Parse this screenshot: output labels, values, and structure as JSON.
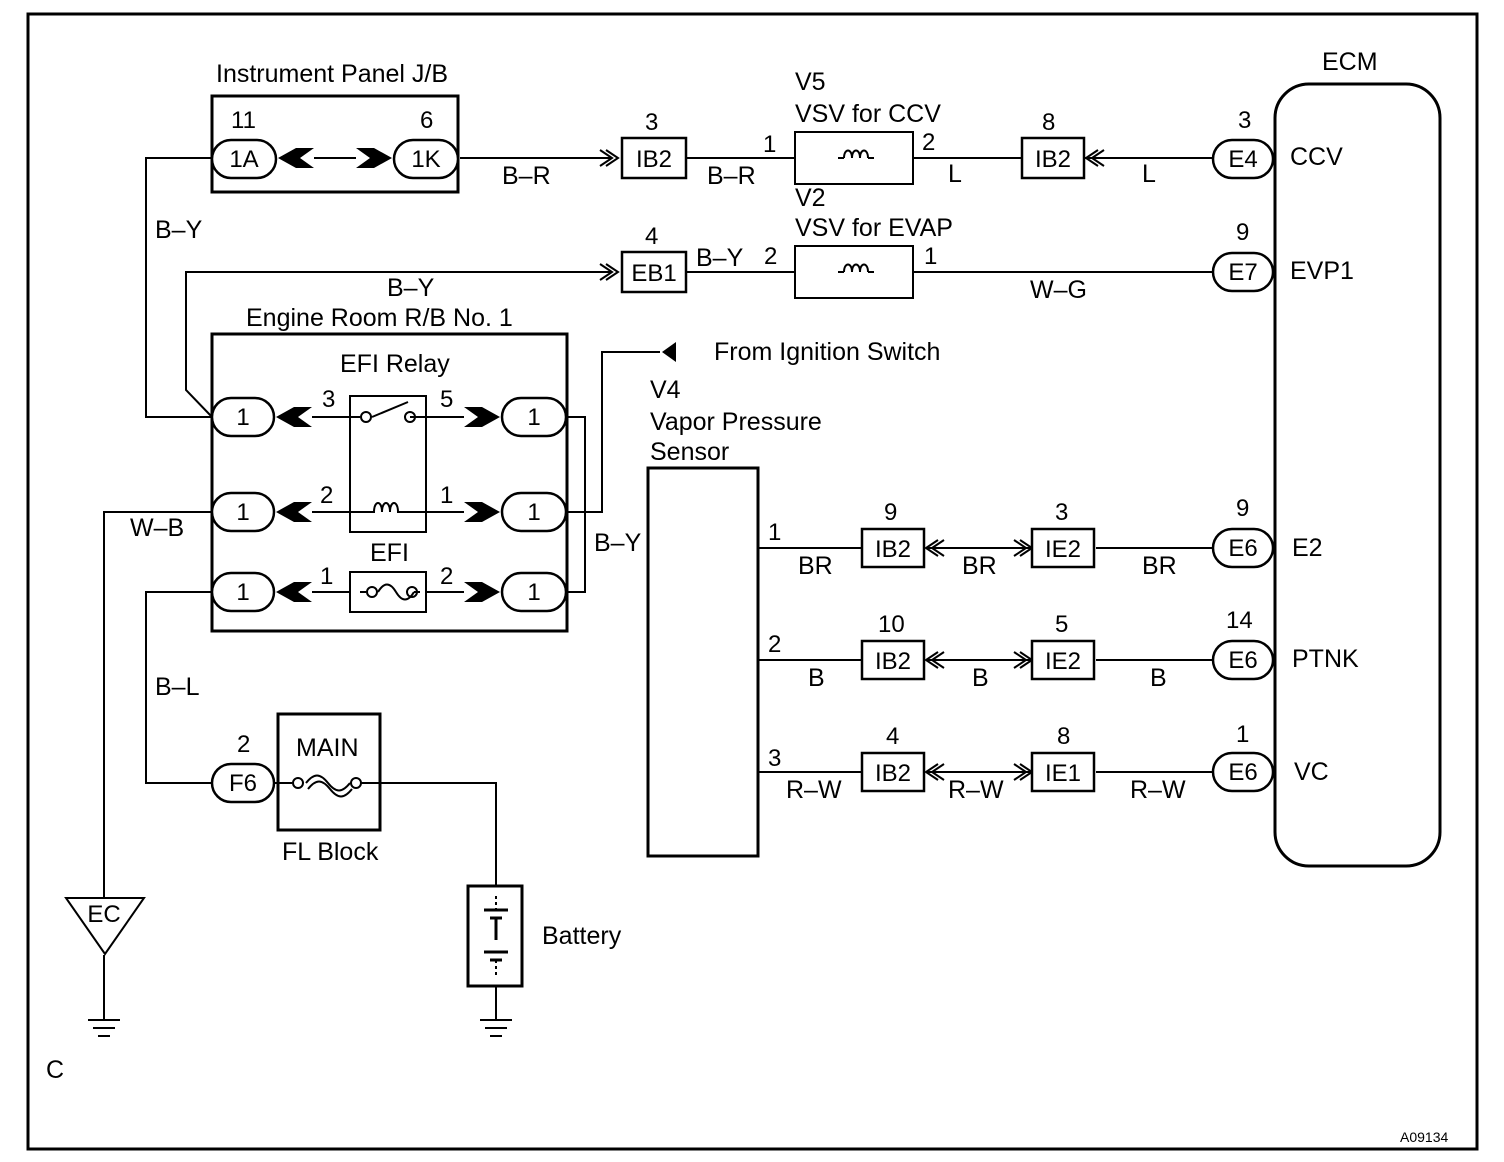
{
  "instrument_panel": {
    "title": "Instrument Panel J/B",
    "left_pin": "11",
    "left_conn": "1A",
    "right_pin": "6",
    "right_conn": "1K"
  },
  "ecm": {
    "title": "ECM",
    "terminals": [
      {
        "pin": "3",
        "conn": "E4",
        "name": "CCV"
      },
      {
        "pin": "9",
        "conn": "E7",
        "name": "EVP1"
      },
      {
        "pin": "9",
        "conn": "E6",
        "name": "E2"
      },
      {
        "pin": "14",
        "conn": "E6",
        "name": "PTNK"
      },
      {
        "pin": "1",
        "conn": "E6",
        "name": "VC"
      }
    ]
  },
  "vsv_ccv": {
    "code": "V5",
    "name": "VSV for CCV",
    "pin_in": "1",
    "pin_out": "2"
  },
  "vsv_evap": {
    "code": "V2",
    "name": "VSV for EVAP",
    "pin_in": "2",
    "pin_out": "1"
  },
  "engine_room": {
    "title": "Engine Room R/B No. 1",
    "relay_title": "EFI Relay",
    "fuse_title": "EFI",
    "terminal_label": "1",
    "relay_pins": {
      "sw_left": "3",
      "sw_right": "5",
      "coil_left": "2",
      "coil_right": "1"
    },
    "fuse_pins": {
      "left": "1",
      "right": "2"
    }
  },
  "ignition": {
    "label": "From Ignition Switch"
  },
  "sensor": {
    "code": "V4",
    "name_line1": "Vapor Pressure",
    "name_line2": "Sensor",
    "pins": [
      "1",
      "2",
      "3"
    ]
  },
  "fl_block": {
    "title": "FL Block",
    "fuse": "MAIN",
    "pin": "2",
    "conn": "F6"
  },
  "battery": {
    "label": "Battery"
  },
  "ground": {
    "label": "EC"
  },
  "corner_label": "C",
  "figure_id": "A09134",
  "connectors": {
    "ib2_top_pin": "3",
    "ib2_top": "IB2",
    "ib2_ccv_pin": "8",
    "ib2_ccv": "IB2",
    "eb1_pin": "4",
    "eb1": "EB1",
    "ib2_r1_pin": "9",
    "ib2_r1": "IB2",
    "ie2_r1_pin": "3",
    "ie2_r1": "IE2",
    "ib2_r2_pin": "10",
    "ib2_r2": "IB2",
    "ie2_r2_pin": "5",
    "ie2_r2": "IE2",
    "ib2_r3_pin": "4",
    "ib2_r3": "IB2",
    "ie1_r3_pin": "8",
    "ie1_r3": "IE1"
  },
  "wires": {
    "br1": "B–R",
    "br2": "B–R",
    "l1": "L",
    "l2": "L",
    "by_left": "B–Y",
    "by_evap_a": "B–Y",
    "by_evap_b": "B–Y",
    "wg": "W–G",
    "by_relay": "B–Y",
    "wb": "W–B",
    "bl": "B–L",
    "br_a": "BR",
    "br_b": "BR",
    "br_c": "BR",
    "b_a": "B",
    "b_b": "B",
    "b_c": "B",
    "rw_a": "R–W",
    "rw_b": "R–W",
    "rw_c": "R–W"
  }
}
